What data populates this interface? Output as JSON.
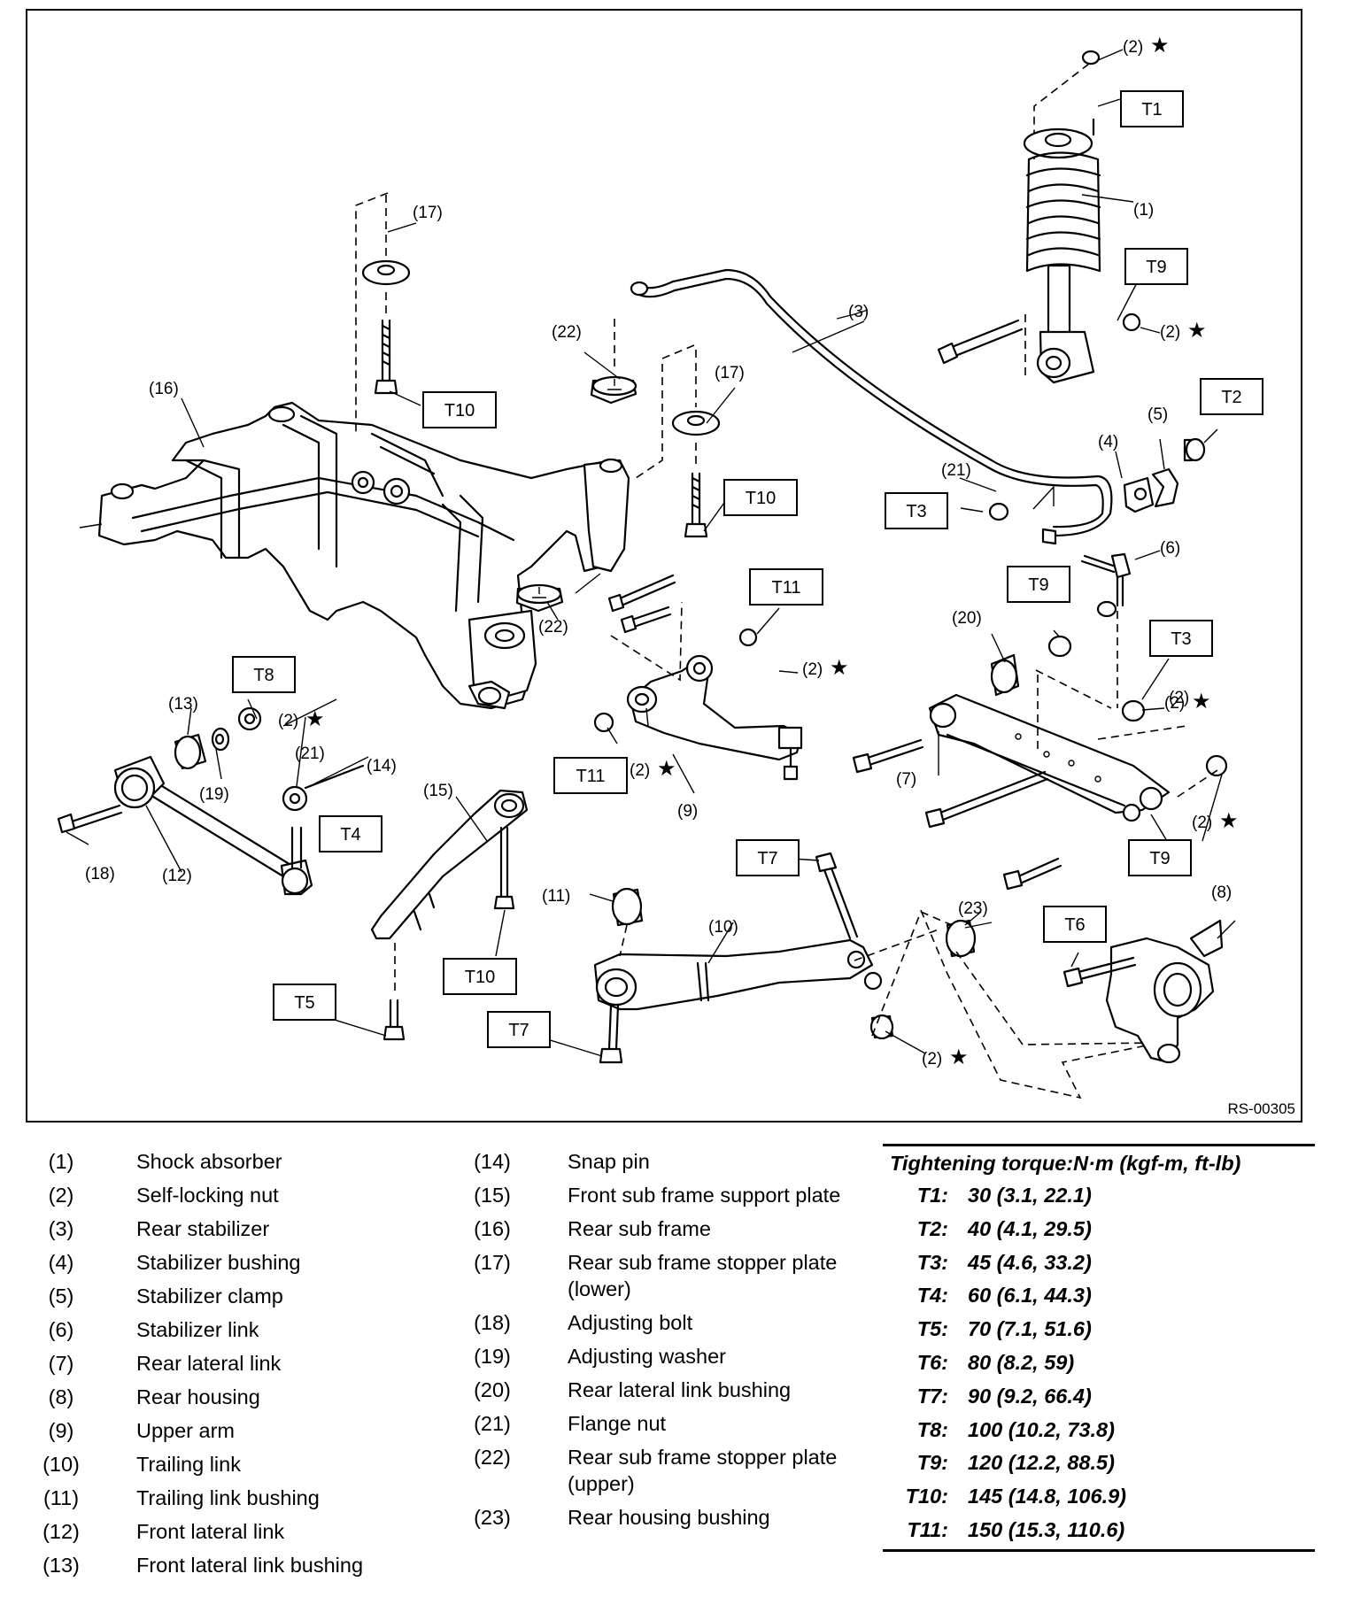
{
  "diagram": {
    "code": "RS-00305",
    "callouts": [
      {
        "id": "c1",
        "text": "(1)"
      },
      {
        "id": "c2a",
        "text": "(2)"
      },
      {
        "id": "c2b",
        "text": "(2)"
      },
      {
        "id": "c2c",
        "text": "(2)"
      },
      {
        "id": "c2d",
        "text": "(2)"
      },
      {
        "id": "c2e",
        "text": "(2)"
      },
      {
        "id": "c2f",
        "text": "(2)"
      },
      {
        "id": "c2g",
        "text": "(2)"
      },
      {
        "id": "c2h",
        "text": "(2)"
      },
      {
        "id": "c2i",
        "text": "(2)"
      },
      {
        "id": "c3",
        "text": "(3)"
      },
      {
        "id": "c4",
        "text": "(4)"
      },
      {
        "id": "c5",
        "text": "(5)"
      },
      {
        "id": "c6",
        "text": "(6)"
      },
      {
        "id": "c7",
        "text": "(7)"
      },
      {
        "id": "c8",
        "text": "(8)"
      },
      {
        "id": "c9",
        "text": "(9)"
      },
      {
        "id": "c10",
        "text": "(10)"
      },
      {
        "id": "c11",
        "text": "(11)"
      },
      {
        "id": "c12",
        "text": "(12)"
      },
      {
        "id": "c13",
        "text": "(13)"
      },
      {
        "id": "c14",
        "text": "(14)"
      },
      {
        "id": "c15",
        "text": "(15)"
      },
      {
        "id": "c16",
        "text": "(16)"
      },
      {
        "id": "c17a",
        "text": "(17)"
      },
      {
        "id": "c17b",
        "text": "(17)"
      },
      {
        "id": "c18",
        "text": "(18)"
      },
      {
        "id": "c19",
        "text": "(19)"
      },
      {
        "id": "c20",
        "text": "(20)"
      },
      {
        "id": "c21a",
        "text": "(21)"
      },
      {
        "id": "c21b",
        "text": "(21)"
      },
      {
        "id": "c22a",
        "text": "(22)"
      },
      {
        "id": "c22b",
        "text": "(22)"
      },
      {
        "id": "c23",
        "text": "(23)"
      }
    ],
    "torque_boxes": [
      {
        "id": "b1",
        "text": "T1"
      },
      {
        "id": "b2",
        "text": "T2"
      },
      {
        "id": "b3a",
        "text": "T3"
      },
      {
        "id": "b3b",
        "text": "T3"
      },
      {
        "id": "b4",
        "text": "T4"
      },
      {
        "id": "b5",
        "text": "T5"
      },
      {
        "id": "b6",
        "text": "T6"
      },
      {
        "id": "b7a",
        "text": "T7"
      },
      {
        "id": "b7b",
        "text": "T7"
      },
      {
        "id": "b8",
        "text": "T8"
      },
      {
        "id": "b9a",
        "text": "T9"
      },
      {
        "id": "b9b",
        "text": "T9"
      },
      {
        "id": "b9c",
        "text": "T9"
      },
      {
        "id": "b10a",
        "text": "T10"
      },
      {
        "id": "b10b",
        "text": "T10"
      },
      {
        "id": "b10c",
        "text": "T10"
      },
      {
        "id": "b11a",
        "text": "T11"
      },
      {
        "id": "b11b",
        "text": "T11"
      }
    ],
    "star_symbol": "★"
  },
  "legend": {
    "left": [
      {
        "num": "(1)",
        "name": "Shock absorber"
      },
      {
        "num": "(2)",
        "name": "Self-locking nut"
      },
      {
        "num": "(3)",
        "name": "Rear stabilizer"
      },
      {
        "num": "(4)",
        "name": "Stabilizer bushing"
      },
      {
        "num": "(5)",
        "name": "Stabilizer clamp"
      },
      {
        "num": "(6)",
        "name": "Stabilizer link"
      },
      {
        "num": "(7)",
        "name": "Rear lateral link"
      },
      {
        "num": "(8)",
        "name": "Rear housing"
      },
      {
        "num": "(9)",
        "name": "Upper arm"
      },
      {
        "num": "(10)",
        "name": "Trailing link"
      },
      {
        "num": "(11)",
        "name": "Trailing link bushing"
      },
      {
        "num": "(12)",
        "name": "Front lateral link"
      },
      {
        "num": "(13)",
        "name": "Front lateral link bushing"
      }
    ],
    "mid": [
      {
        "num": "(14)",
        "name": "Snap pin"
      },
      {
        "num": "(15)",
        "name": "Front sub frame support plate"
      },
      {
        "num": "(16)",
        "name": "Rear sub frame"
      },
      {
        "num": "(17)",
        "name": "Rear sub frame stopper plate",
        "name2": "(lower)"
      },
      {
        "num": "(18)",
        "name": "Adjusting bolt"
      },
      {
        "num": "(19)",
        "name": "Adjusting washer"
      },
      {
        "num": "(20)",
        "name": "Rear lateral link bushing"
      },
      {
        "num": "(21)",
        "name": "Flange nut"
      },
      {
        "num": "(22)",
        "name": "Rear sub frame stopper plate",
        "name2": "(upper)"
      },
      {
        "num": "(23)",
        "name": "Rear housing bushing"
      }
    ]
  },
  "torque": {
    "header": "Tightening torque:N·m (kgf-m, ft-lb)",
    "rows": [
      {
        "key": "T1:",
        "value": "30 (3.1, 22.1)"
      },
      {
        "key": "T2:",
        "value": "40 (4.1, 29.5)"
      },
      {
        "key": "T3:",
        "value": "45 (4.6, 33.2)"
      },
      {
        "key": "T4:",
        "value": "60 (6.1, 44.3)"
      },
      {
        "key": "T5:",
        "value": "70 (7.1, 51.6)"
      },
      {
        "key": "T6:",
        "value": "80 (8.2, 59)"
      },
      {
        "key": "T7:",
        "value": "90 (9.2, 66.4)"
      },
      {
        "key": "T8:",
        "value": "100 (10.2, 73.8)"
      },
      {
        "key": "T9:",
        "value": "120 (12.2, 88.5)"
      },
      {
        "key": "T10:",
        "value": "145 (14.8, 106.9)"
      },
      {
        "key": "T11:",
        "value": "150 (15.3, 110.6)"
      }
    ]
  }
}
